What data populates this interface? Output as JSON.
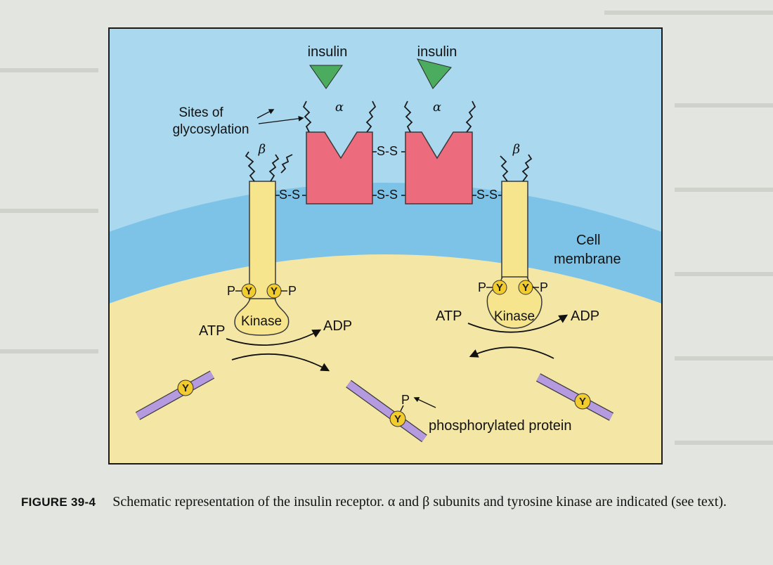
{
  "diagram": {
    "insulin_left": "insulin",
    "insulin_right": "insulin",
    "sites_of": "Sites of",
    "glycosylation": "glycosylation",
    "alpha_left": "α",
    "alpha_right": "α",
    "beta_left": "β",
    "beta_right": "β",
    "ss_top": "S-S",
    "ss_left": "S-S",
    "ss_mid": "S-S",
    "ss_right": "S-S",
    "cell": "Cell",
    "membrane": "membrane",
    "kinase_left": "Kinase",
    "kinase_right": "Kinase",
    "atp_left": "ATP",
    "adp_left": "ADP",
    "atp_right": "ATP",
    "adp_right": "ADP",
    "p": "P",
    "y": "Y",
    "phosphorylated_protein": "phosphorylated protein"
  },
  "caption": {
    "figure_number": "FIGURE 39-4",
    "text": "Schematic representation of the insulin receptor. α and β subunits and tyrosine kinase are indicated (see text)."
  },
  "colors": {
    "page": "#e3e6e0",
    "extracellular": "#a9d8ef",
    "membrane": "#7dc3e8",
    "cytoplasm": "#f4e7a6",
    "beta_subunit": "#f7e58e",
    "alpha_subunit": "#ec6b7c",
    "insulin": "#4bab5f",
    "tyrosine": "#f1cc2c",
    "protein": "#b69ae0"
  }
}
